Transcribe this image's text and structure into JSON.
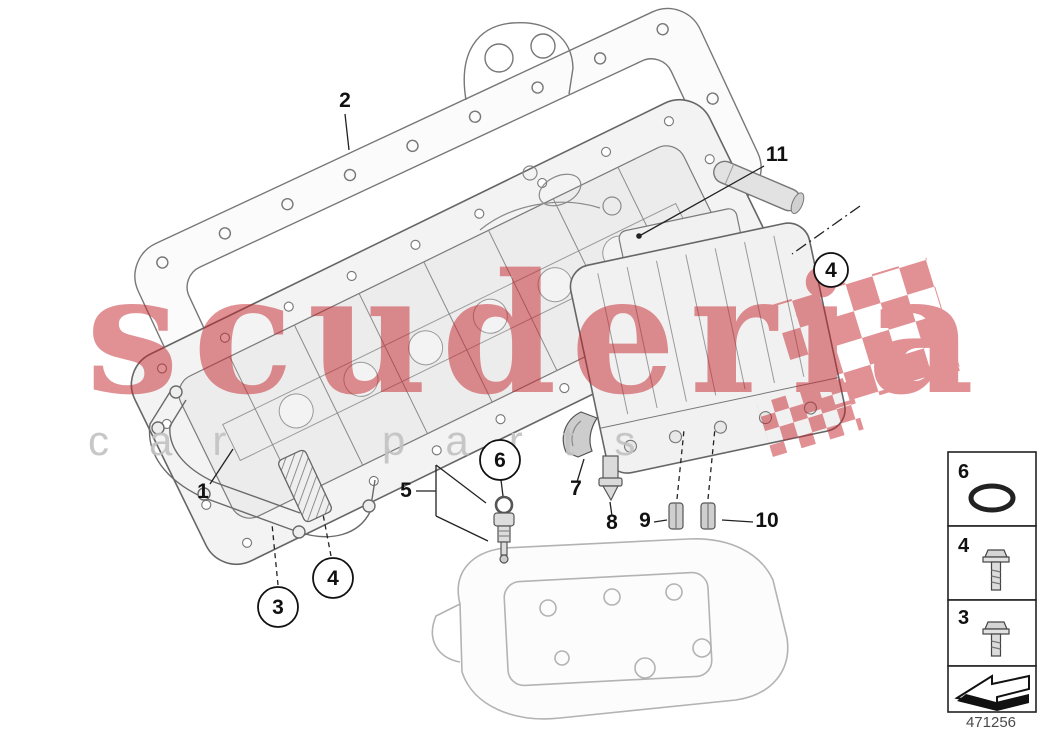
{
  "page": {
    "background": "#ffffff"
  },
  "watermark": {
    "brand": "scuderia",
    "word_left": "car",
    "word_right": "parts",
    "accent_color": "#c5242b",
    "gray_color": "#c2c2c2"
  },
  "diagram": {
    "number": "471256",
    "callouts": {
      "n1": "1",
      "n2": "2",
      "n3": "3",
      "n4_left": "4",
      "n4_right": "4",
      "n5": "5",
      "n6": "6",
      "n7": "7",
      "n8": "8",
      "n9": "9",
      "n10": "10",
      "n11": "11"
    },
    "legend": {
      "rows": [
        {
          "num": "6",
          "icon": "o-ring-icon"
        },
        {
          "num": "4",
          "icon": "flange-bolt-icon"
        },
        {
          "num": "3",
          "icon": "flange-bolt-icon"
        },
        {
          "num": "",
          "icon": "direction-arrow-icon"
        }
      ]
    }
  }
}
